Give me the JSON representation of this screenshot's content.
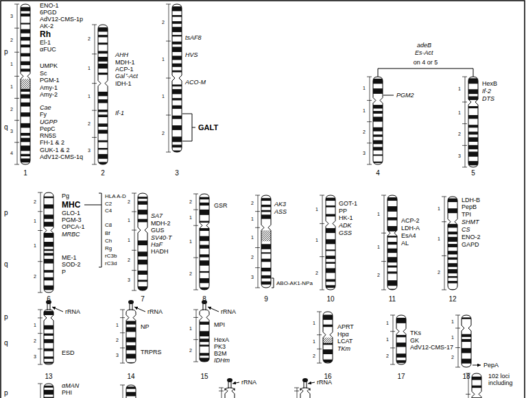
{
  "diagram": {
    "nodes": [
      {
        "text": [
          "1"
        ]
      },
      {
        "text": [
          "2"
        ]
      },
      {
        "text": [
          "3"
        ]
      },
      {
        "text": [
          "4"
        ]
      },
      {
        "text": [
          "5"
        ]
      },
      {
        "text": [
          "6"
        ]
      },
      {
        "text": [
          "7"
        ]
      },
      {
        "text": [
          "8"
        ]
      },
      {
        "text": [
          "9"
        ]
      },
      {
        "text": [
          "10"
        ]
      },
      {
        "text": [
          "11"
        ]
      },
      {
        "text": [
          "12"
        ]
      },
      {
        "text": [
          "13"
        ]
      },
      {
        "text": [
          "14"
        ]
      },
      {
        "text": [
          "15"
        ]
      },
      {
        "text": [
          "16"
        ]
      },
      {
        "text": [
          "17"
        ]
      },
      {
        "text": [
          "18"
        ]
      }
    ],
    "edges": [
      {
        "from": 3,
        "to": 4,
        "label": "on 4 or 5",
        "arrow": "none"
      }
    ],
    "labels": [
      "ENO-1",
      "6PGD",
      "AdV12-CMS-1p",
      "AK-2",
      "Rh",
      "El-1",
      "αFUC",
      "UMPK",
      "Sc",
      "PGM-1",
      "Amy-1",
      "Amy-2",
      "Cae",
      "Fy",
      "UGPP",
      "PepC",
      "RN5S",
      "FH-1 & 2",
      "GUK-1 & 2",
      "AdV12-CMS-1q",
      "AHH",
      "MDH-1",
      "ACP-1",
      "Gal⁺-Act",
      "IDH-1",
      "If-1",
      "tsAF8",
      "HVS",
      "ACO-M",
      "GALT",
      "adeB",
      "Es-Act",
      "PGM2",
      "HexB",
      "If-2",
      "DTS",
      "Pg",
      "MHC",
      "GLO-1",
      "PGM-3",
      "OPCA-1",
      "MRBC",
      "ME-1",
      "SOD-2",
      "P",
      "HLA A-D",
      "C2",
      "C4",
      "C8",
      "Bf",
      "Ch",
      "Rg",
      "rC3b",
      "rC3d",
      "SA7",
      "MDH-2",
      "GUS",
      "SV40-T",
      "HaF",
      "HADH",
      "GSR",
      "AK3",
      "ASS",
      "ABO-AK1-NPa",
      "GOT-1",
      "PP",
      "HK-1",
      "ADK",
      "GSS",
      "ACP-2",
      "LDH-A",
      "EsA4",
      "AL",
      "LDH-B",
      "PepB",
      "TPI",
      "SHMT",
      "CS",
      "ENO-2",
      "GAPD",
      "rRNA",
      "ESD",
      "rRNA",
      "NP",
      "TRPRS",
      "rRNA",
      "MPI",
      "HexA",
      "PK3",
      "B2M",
      "IDHm",
      "APRT",
      "Hpα",
      "LCAT",
      "TKm",
      "TKs",
      "GK",
      "AdV12-CMS-17",
      "PepA",
      "αMAN",
      "PHI",
      "rRNA",
      "rRNA",
      "102 loci including",
      "p",
      "q",
      "p",
      "q",
      "p",
      "q",
      "p",
      "3",
      "2",
      "1",
      "1",
      "2",
      "3",
      "4",
      "2",
      "1",
      "1",
      "2",
      "3",
      "2",
      "1",
      "1",
      "2",
      "1",
      "1",
      "2",
      "3",
      "1",
      "1",
      "2",
      "3",
      "2",
      "1",
      "1",
      "2",
      "2",
      "1",
      "1",
      "2",
      "3",
      "2",
      "1",
      "1",
      "2",
      "2",
      "1",
      "1",
      "2",
      "3",
      "1",
      "1",
      "2",
      "1",
      "1",
      "2",
      "1",
      "1",
      "2",
      "1",
      "2",
      "3",
      "1",
      "2",
      "3",
      "1",
      "2",
      "1",
      "1",
      "2",
      "1",
      "1",
      "2",
      "1",
      "1",
      "2"
    ]
  }
}
